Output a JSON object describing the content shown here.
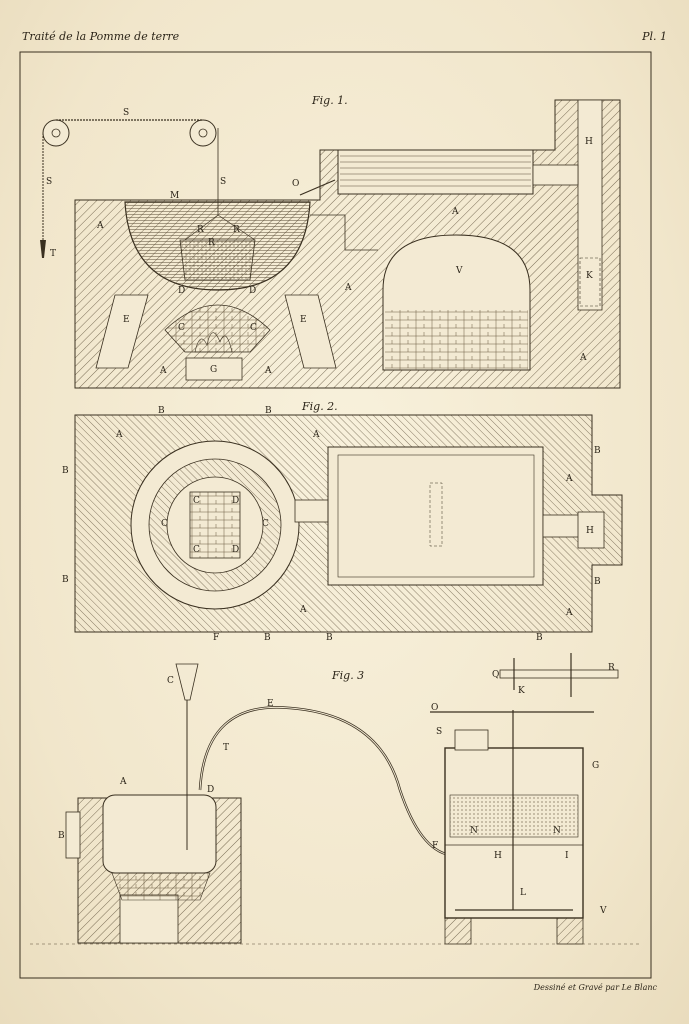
{
  "header": {
    "title": "Traité de la Pomme de terre",
    "plate": "Pl. 1"
  },
  "figures": {
    "fig1": "Fig. 1.",
    "fig2": "Fig. 2.",
    "fig3": "Fig. 3"
  },
  "credit": "Dessiné et Gravé par Le Blanc",
  "labels": {
    "S": "S",
    "T": "T",
    "M": "M",
    "O": "O",
    "A": "A",
    "R": "R",
    "D": "D",
    "E": "E",
    "C": "C",
    "G": "G",
    "V": "V",
    "H": "H",
    "K": "K",
    "B": "B",
    "F": "F",
    "Q": "Q",
    "I": "I",
    "L": "L",
    "N": "N"
  }
}
